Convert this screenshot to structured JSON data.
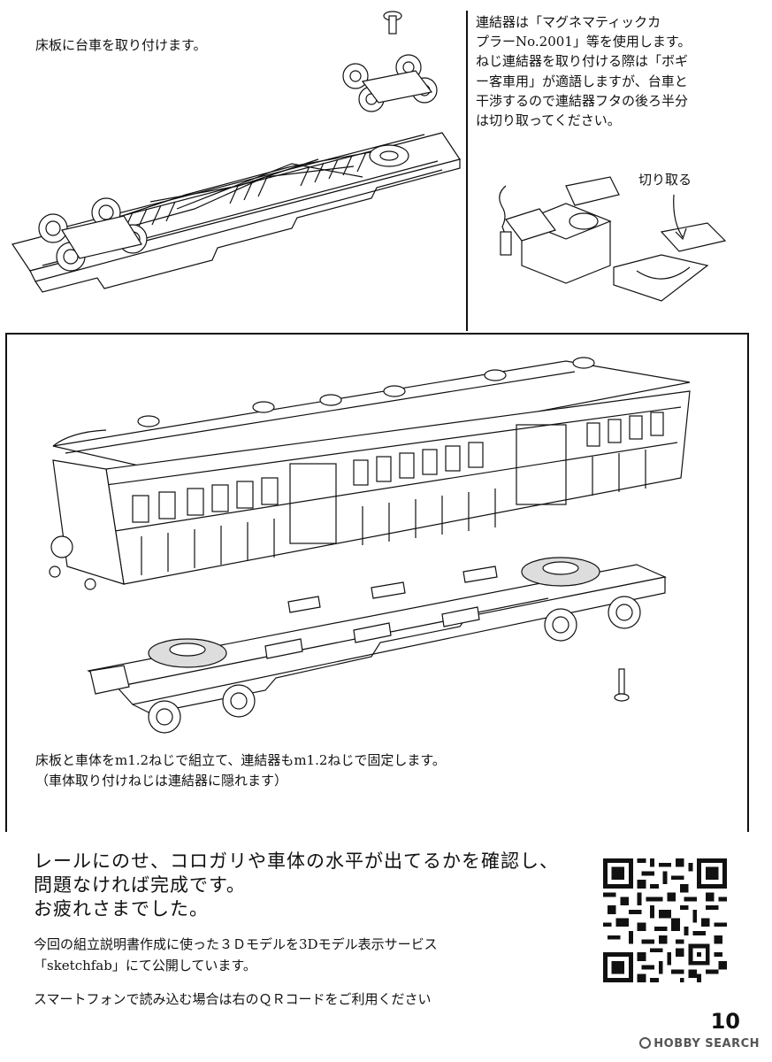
{
  "page": {
    "page_number": "10",
    "watermark": "HOBBY SEARCH"
  },
  "top_left": {
    "caption": "床板に台車を取り付けます。"
  },
  "top_right": {
    "lines": [
      "連結器は「マグネマティックカ",
      "プラーNo.2001」等を使用します。",
      "ねじ連結器を取り付ける際は「ボギ",
      "ー客車用」が適語しますが、台車と",
      "干渉するので連結器フタの後ろ半分",
      "は切り取ってください。"
    ],
    "cut_label": "切り取る"
  },
  "middle": {
    "caption_line1": "床板と車体をm1.2ねじで組立て、連結器もm1.2ねじで固定します。",
    "caption_line2": "（車体取り付けねじは連結器に隠れます）"
  },
  "final": {
    "big_line1": "レールにのせ、コロガリや車体の水平が出てるかを確認し、",
    "big_line2": "問題なければ完成です。",
    "big_line3": "お疲れさまでした。",
    "small_line1": "今回の組立説明書作成に使った３Ｄモデルを3Dモデル表示サービス",
    "small_line2": "「sketchfab」にて公開しています。",
    "small_line3": "スマートフォンで読み込む場合は右のＱＲコードをご利用ください"
  }
}
